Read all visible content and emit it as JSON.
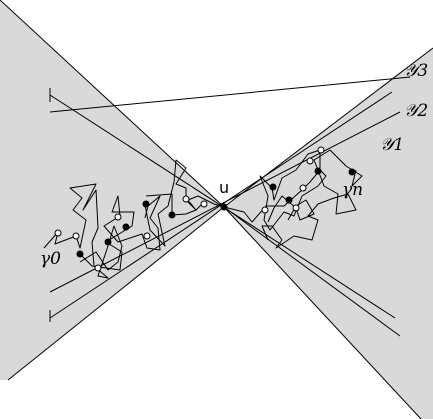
{
  "diagram": {
    "center_label": "u",
    "start_path_label": "γ0",
    "end_path_label": "γn",
    "line_labels": [
      "𝒴3",
      "𝒴2",
      "𝒴1"
    ],
    "colors": {
      "cone_fill": "#d9d9d9",
      "stroke": "#000000",
      "open_node_fill": "#ffffff",
      "closed_node_fill": "#000000"
    }
  }
}
